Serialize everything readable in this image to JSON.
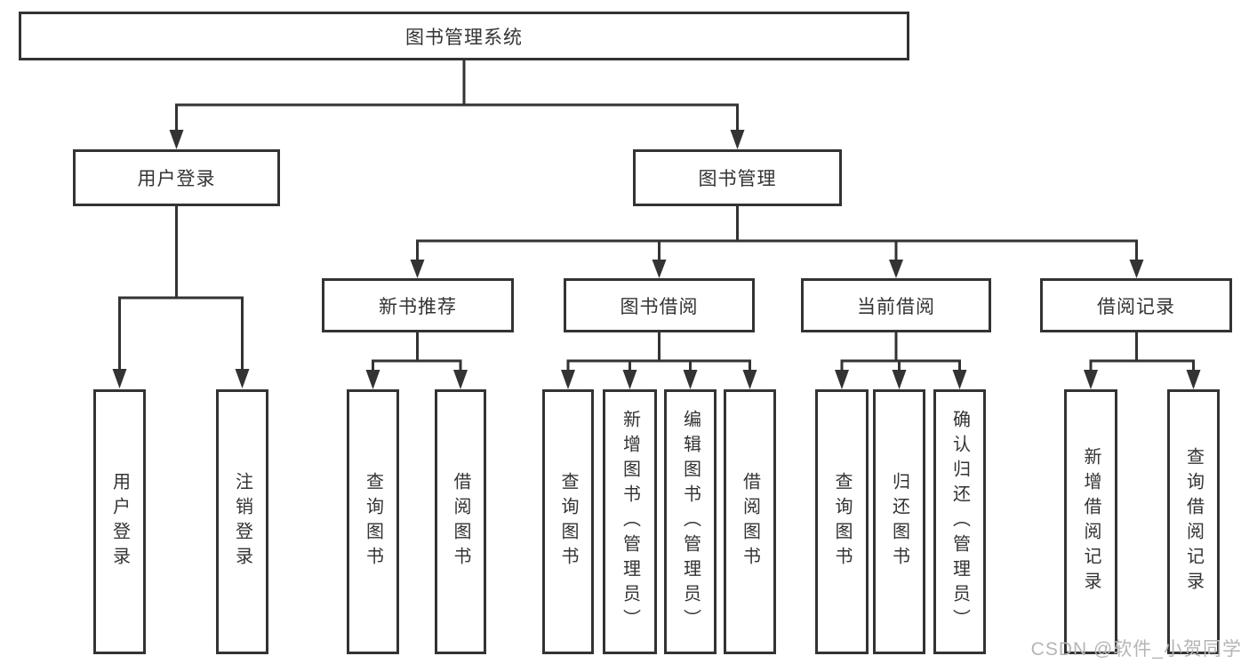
{
  "diagram": {
    "root": {
      "label": "图书管理系统",
      "children": [
        {
          "label": "用户登录",
          "children": [
            {
              "label": "用户登录"
            },
            {
              "label": "注销登录"
            }
          ]
        },
        {
          "label": "图书管理",
          "children": [
            {
              "label": "新书推荐",
              "children": [
                {
                  "label": "查询图书"
                },
                {
                  "label": "借阅图书"
                }
              ]
            },
            {
              "label": "图书借阅",
              "children": [
                {
                  "label": "查询图书"
                },
                {
                  "label": "新增图书（管理员）"
                },
                {
                  "label": "编辑图书（管理员）"
                },
                {
                  "label": "借阅图书"
                }
              ]
            },
            {
              "label": "当前借阅",
              "children": [
                {
                  "label": "查询图书"
                },
                {
                  "label": "归还图书"
                },
                {
                  "label": "确认归还（管理员）"
                }
              ]
            },
            {
              "label": "借阅记录",
              "children": [
                {
                  "label": "新增借阅记录"
                },
                {
                  "label": "查询借阅记录"
                }
              ]
            }
          ]
        }
      ]
    },
    "colors": {
      "line": "#333333",
      "text": "#333333",
      "watermark": "#b5b5b5",
      "background": "#ffffff"
    }
  },
  "watermark": {
    "text": "CSDN @软件_小贺同学"
  }
}
